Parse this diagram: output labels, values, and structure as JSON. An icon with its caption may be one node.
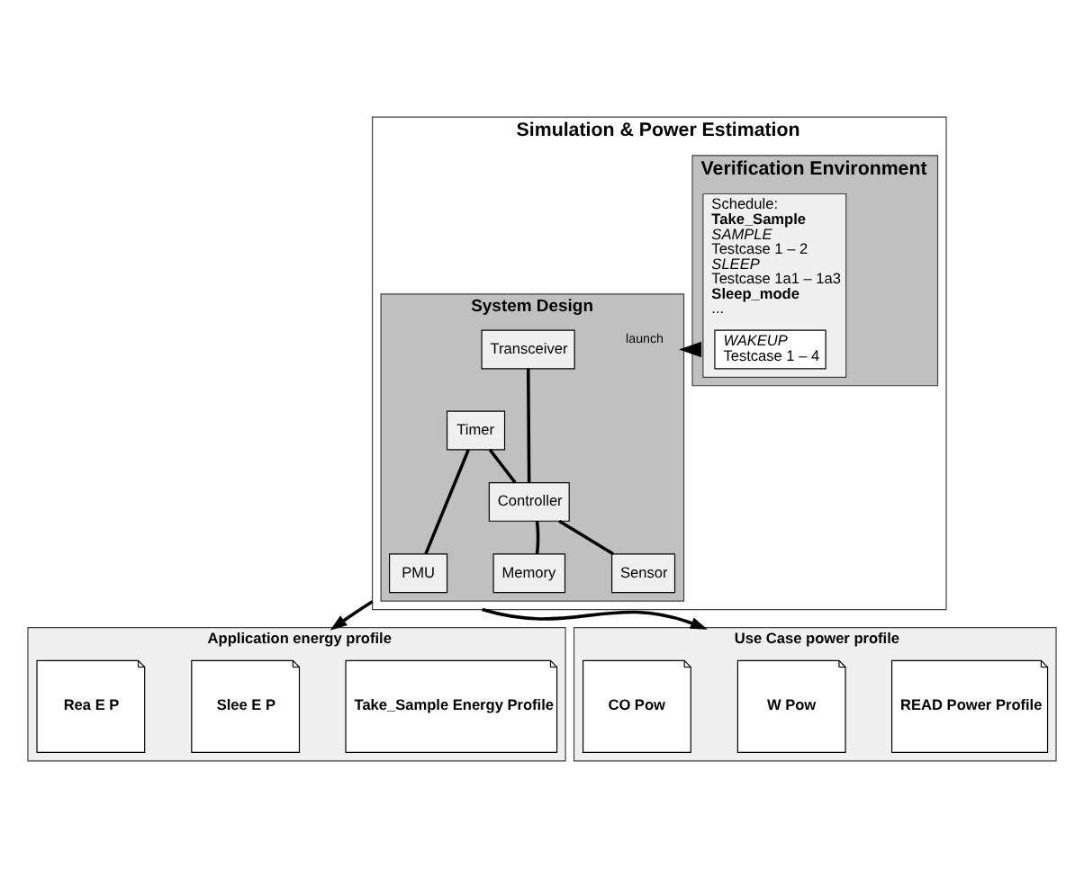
{
  "diagram": {
    "nodes": [
      {
        "text": [
          "Simulation & Power Estimation"
        ]
      },
      {
        "text": [
          "Verification Environment"
        ],
        "in": 0
      },
      {
        "text": [
          "Schedule:",
          "Take_Sample",
          "SAMPLE",
          "Testcase 1 – 2",
          "SLEEP",
          "Testcase 1a1 – 1a3",
          "Sleep_mode",
          "..."
        ],
        "in": 1
      },
      {
        "text": [
          "WAKEUP",
          "Testcase 1 – 4"
        ],
        "in": 2
      },
      {
        "text": [
          "System Design"
        ],
        "in": 0
      },
      {
        "text": [
          "Transceiver"
        ],
        "in": 4
      },
      {
        "text": [
          "Controller"
        ],
        "in": 4
      },
      {
        "text": [
          "Timer"
        ],
        "in": 4
      },
      {
        "text": [
          "PMU"
        ],
        "in": 4
      },
      {
        "text": [
          "Memory"
        ],
        "in": 4
      },
      {
        "text": [
          "Sensor"
        ],
        "in": 4
      },
      {
        "text": [
          "Application energy profile"
        ]
      },
      {
        "text": [
          "Rea E P"
        ],
        "in": 11
      },
      {
        "text": [
          "Slee E P"
        ],
        "in": 11
      },
      {
        "text": [
          "Take_Sample Energy Profile"
        ],
        "in": 11
      },
      {
        "text": [
          "Use Case power profile"
        ]
      },
      {
        "text": [
          "CO Pow"
        ],
        "in": 15
      },
      {
        "text": [
          "W Pow"
        ],
        "in": 15
      },
      {
        "text": [
          "READ Power Profile"
        ],
        "in": 15
      }
    ],
    "edges": [
      {
        "from": 1,
        "to": 4,
        "arrow": "to",
        "label": "launch"
      },
      {
        "from": 5,
        "to": 6,
        "arrow": "none"
      },
      {
        "from": 7,
        "to": 6,
        "arrow": "none"
      },
      {
        "from": 6,
        "to": 10,
        "arrow": "none"
      },
      {
        "from": 7,
        "to": 8,
        "arrow": "none"
      },
      {
        "from": 9,
        "to": 6,
        "arrow": "none"
      },
      {
        "from": 0,
        "to": 11,
        "arrow": "to"
      },
      {
        "from": 0,
        "to": 15,
        "arrow": "to"
      }
    ]
  }
}
